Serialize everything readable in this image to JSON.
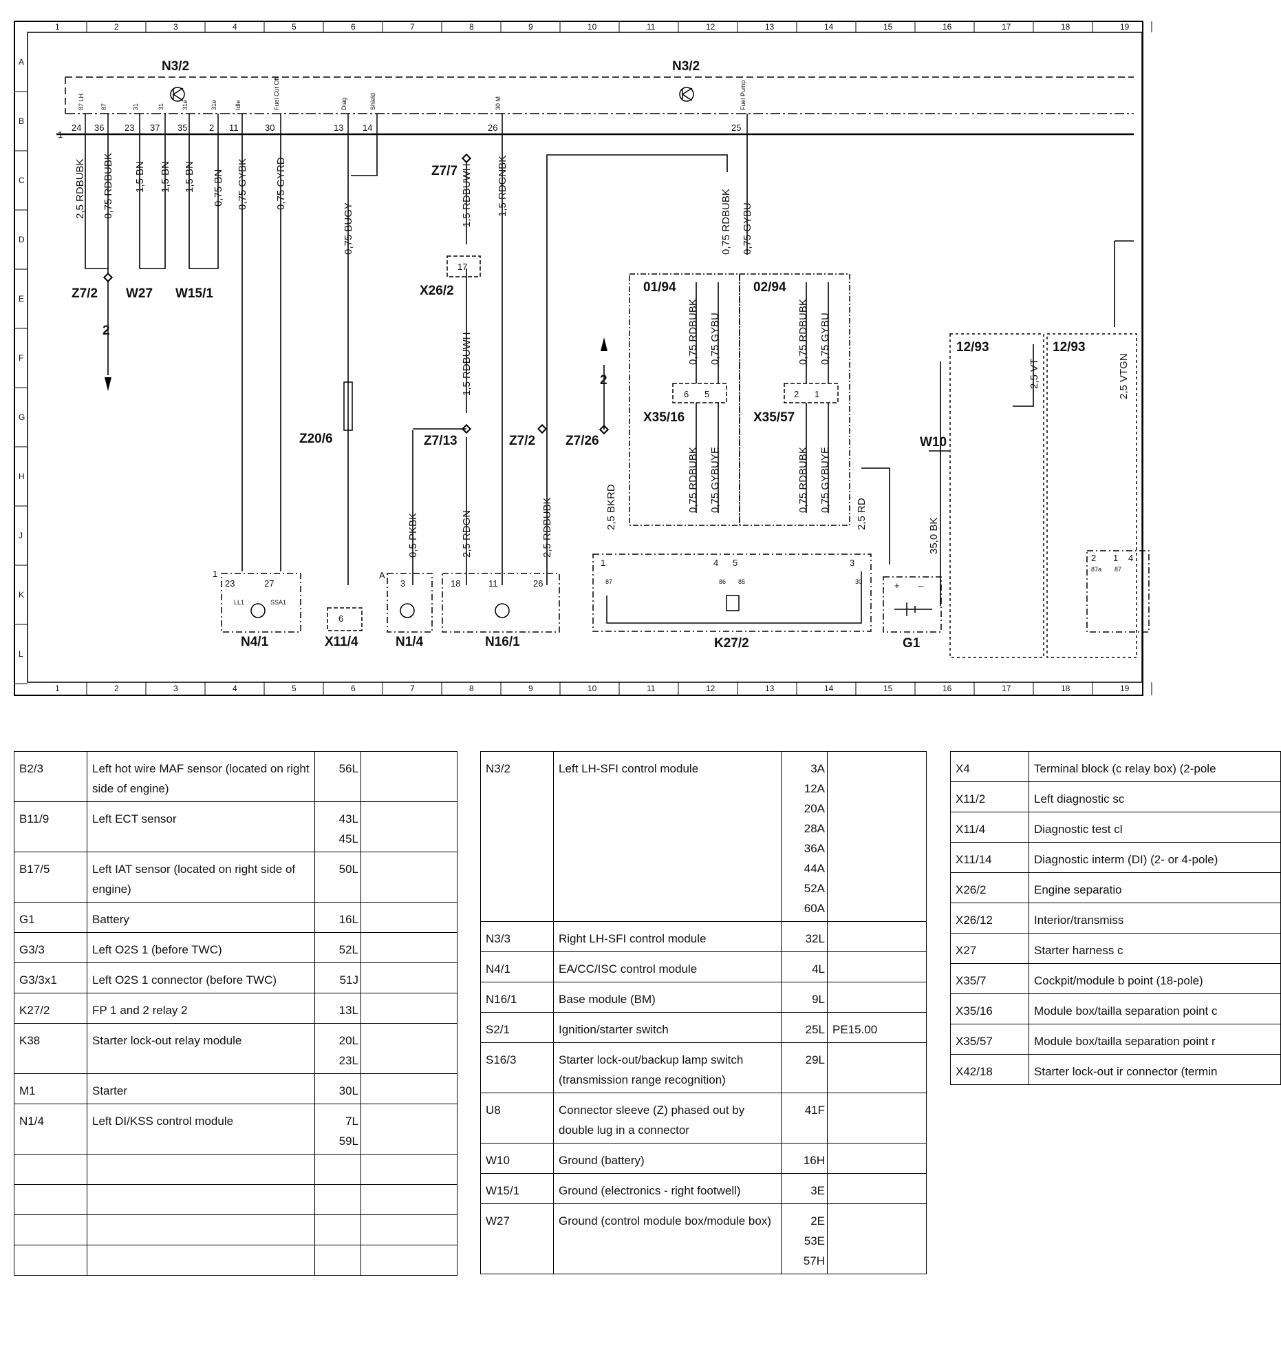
{
  "diagram": {
    "grid_columns": [
      "1",
      "2",
      "3",
      "4",
      "5",
      "6",
      "7",
      "8",
      "9",
      "10",
      "11",
      "12",
      "13",
      "14",
      "15",
      "16",
      "17",
      "18",
      "19"
    ],
    "grid_rows": [
      "A",
      "B",
      "C",
      "D",
      "E",
      "F",
      "G",
      "H",
      "J",
      "K",
      "L"
    ],
    "components": {
      "n32_left": "N3/2",
      "n32_right": "N3/2",
      "z7_2_top": "Z7/2",
      "w27": "W27",
      "w15_1": "W15/1",
      "x26_2": "X26/2",
      "z7_7": "Z7/7",
      "z7_13": "Z7/13",
      "z7_2_mid": "Z7/2",
      "z7_26": "Z7/26",
      "z20_6": "Z20/6",
      "x35_16": "X35/16",
      "x35_57": "X35/57",
      "w10": "W10",
      "n4_1": "N4/1",
      "x11_4": "X11/4",
      "n1_4": "N1/4",
      "n16_1": "N16/1",
      "k27_2": "K27/2",
      "g1": "G1",
      "c01_94": "01/94",
      "c02_94": "02/94",
      "c12_93a": "12/93",
      "c12_93b": "12/93",
      "arrow_2a": "2",
      "arrow_2b": "2",
      "ref_1a": "1",
      "ref_1b": "1",
      "ref_a": "A"
    },
    "pins": {
      "p24": "24",
      "p36": "36",
      "p23": "23",
      "p37": "37",
      "p35": "35",
      "p2": "2",
      "p11": "11",
      "p30": "30",
      "p13": "13",
      "p14": "14",
      "p26": "26",
      "p25": "25",
      "p17": "17",
      "x3516_6": "6",
      "x3516_5": "5",
      "x3557_2": "2",
      "x3557_1": "1",
      "n41_23": "23",
      "n41_27": "27",
      "n41_ll1": "LL1",
      "n41_ssa1": "SSA1",
      "x114_6": "6",
      "n14_3": "3",
      "n161_18": "18",
      "n161_11": "11",
      "n161_26": "26",
      "k272_1": "1",
      "k272_4": "4",
      "k272_5": "5",
      "k272_3": "3",
      "k272_87": "87",
      "k272_86": "86",
      "k272_85": "85",
      "k272_30": "30",
      "r2": "2",
      "r1": "1",
      "r4": "4",
      "r87a": "87a",
      "r87": "87",
      "g_plus": "+",
      "g_minus": "–"
    },
    "pin_tags": {
      "t24": "87 LH",
      "t36": "87",
      "t23": "31",
      "t37": "31",
      "t35": "31e",
      "t2": "31e",
      "t11": "Idle",
      "t30": "Fuel Cut Off",
      "t13": "Diag",
      "t14": "Shield",
      "t26": "30 M",
      "t25": "Fuel Pump"
    },
    "wires": {
      "w1": "2,5 RDBUBK",
      "w2": "0,75 RDBUBK",
      "w3": "1,5 BN",
      "w4": "1,5 BN",
      "w5": "1,5 BN",
      "w6": "0,75 BN",
      "w7": "0,75 GYBK",
      "w8": "0,75 GYRD",
      "w9": "0,75 BUGY",
      "w10": "1,5 RDBUWH",
      "w11": "1,5 RDBUWH",
      "w12": "1,5 RDGNBK",
      "w13": "0,75 RDBUBK",
      "w14": "0,75 GYBU",
      "w15": "0,75 RDBUBK",
      "w16": "0,75 GYBU",
      "w17": "0,75 RDBUBK",
      "w18": "0,75 GYBU",
      "w19": "0,75 RDBUBK",
      "w20": "0,75 GYBUYE",
      "w21": "0,75 RDBUBK",
      "w22": "0,75 GYBUYE",
      "w23": "0,5 PKBK",
      "w24": "2,5 RDGN",
      "w25": "2,5 RDBUBK",
      "w26": "2,5 BKRD",
      "w27": "2,5 RD",
      "w28": "35,0 BK",
      "w29": "2,5 VT",
      "w30": "2,5 VTGN"
    }
  },
  "legend": {
    "table1": [
      {
        "code": "B2/3",
        "desc": "Left hot wire MAF sensor (located on right side of engine)",
        "loc": "56L",
        "ref": ""
      },
      {
        "code": "B11/9",
        "desc": "Left ECT sensor",
        "loc": "43L\n45L",
        "ref": ""
      },
      {
        "code": "B17/5",
        "desc": "Left IAT sensor (located on right side of engine)",
        "loc": "50L",
        "ref": ""
      },
      {
        "code": "G1",
        "desc": "Battery",
        "loc": "16L",
        "ref": ""
      },
      {
        "code": "G3/3",
        "desc": "Left O2S 1 (before TWC)",
        "loc": "52L",
        "ref": ""
      },
      {
        "code": "G3/3x1",
        "desc": "Left O2S 1 connector (before TWC)",
        "loc": "51J",
        "ref": ""
      },
      {
        "code": "K27/2",
        "desc": "FP 1 and 2 relay 2",
        "loc": "13L",
        "ref": ""
      },
      {
        "code": "K38",
        "desc": "Starter lock-out relay module",
        "loc": "20L\n23L",
        "ref": ""
      },
      {
        "code": "M1",
        "desc": "Starter",
        "loc": "30L",
        "ref": ""
      },
      {
        "code": "N1/4",
        "desc": "Left DI/KSS control module",
        "loc": "7L\n59L",
        "ref": ""
      },
      {
        "code": "",
        "desc": "",
        "loc": "",
        "ref": ""
      },
      {
        "code": "",
        "desc": "",
        "loc": "",
        "ref": ""
      },
      {
        "code": "",
        "desc": "",
        "loc": "",
        "ref": ""
      },
      {
        "code": "",
        "desc": "",
        "loc": "",
        "ref": ""
      }
    ],
    "table2": [
      {
        "code": "N3/2",
        "desc": "Left LH-SFI control module",
        "loc": "3A\n12A\n20A\n28A\n36A\n44A\n52A\n60A",
        "ref": ""
      },
      {
        "code": "N3/3",
        "desc": "Right LH-SFI control module",
        "loc": "32L",
        "ref": ""
      },
      {
        "code": "N4/1",
        "desc": "EA/CC/ISC control module",
        "loc": "4L",
        "ref": ""
      },
      {
        "code": "N16/1",
        "desc": "Base module (BM)",
        "loc": "9L",
        "ref": ""
      },
      {
        "code": "S2/1",
        "desc": "Ignition/starter switch",
        "loc": "25L",
        "ref": "PE15.00"
      },
      {
        "code": "S16/3",
        "desc": "Starter lock-out/backup lamp switch (transmission range recognition)",
        "loc": "29L",
        "ref": ""
      },
      {
        "code": "U8",
        "desc": "Connector sleeve (Z) phased out by double lug in a connector",
        "loc": "41F",
        "ref": ""
      },
      {
        "code": "W10",
        "desc": "Ground (battery)",
        "loc": "16H",
        "ref": ""
      },
      {
        "code": "W15/1",
        "desc": "Ground (electronics - right footwell)",
        "loc": "3E",
        "ref": ""
      },
      {
        "code": "W27",
        "desc": "Ground (control module box/module box)",
        "loc": "2E\n53E\n57H",
        "ref": ""
      }
    ],
    "table3": [
      {
        "code": "X4",
        "desc": "Terminal block (c relay box) (2-pole"
      },
      {
        "code": "X11/2",
        "desc": "Left diagnostic sc"
      },
      {
        "code": "X11/4",
        "desc": "Diagnostic test cl"
      },
      {
        "code": "X11/14",
        "desc": "Diagnostic interm (DI) (2- or 4-pole)"
      },
      {
        "code": "X26/2",
        "desc": "Engine separatio"
      },
      {
        "code": "X26/12",
        "desc": "Interior/transmiss"
      },
      {
        "code": "X27",
        "desc": "Starter harness c"
      },
      {
        "code": "X35/7",
        "desc": "Cockpit/module b point (18-pole)"
      },
      {
        "code": "X35/16",
        "desc": "Module box/tailla separation point c"
      },
      {
        "code": "X35/57",
        "desc": "Module box/tailla separation point r"
      },
      {
        "code": "X42/18",
        "desc": "Starter lock-out ir connector (termin"
      }
    ]
  }
}
